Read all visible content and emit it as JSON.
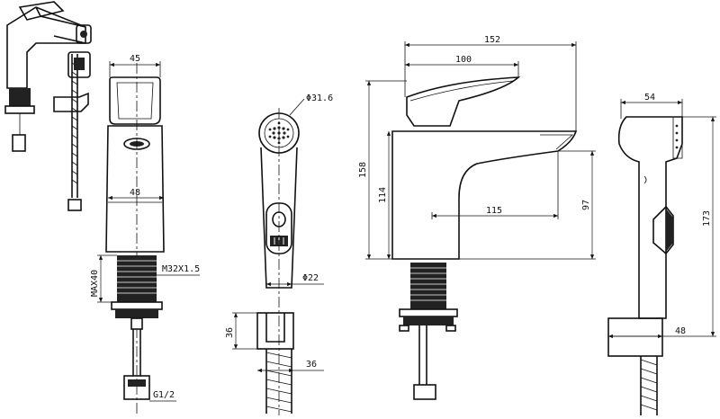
{
  "labels": {
    "front_width": "45",
    "body_width": "48",
    "shank_height": "MAX40",
    "thread": "M32X1.5",
    "inlet": "G1/2",
    "head_dia": "Φ31.6",
    "handle_dia": "Φ22",
    "holder_height": "36",
    "holder_width": "36",
    "total_depth": "152",
    "lever_depth": "100",
    "total_height": "158",
    "spout_height": "114",
    "spout_reach": "115",
    "outlet_height": "97",
    "spray_width": "54",
    "spray_height": "173",
    "bracket_depth": "48"
  }
}
